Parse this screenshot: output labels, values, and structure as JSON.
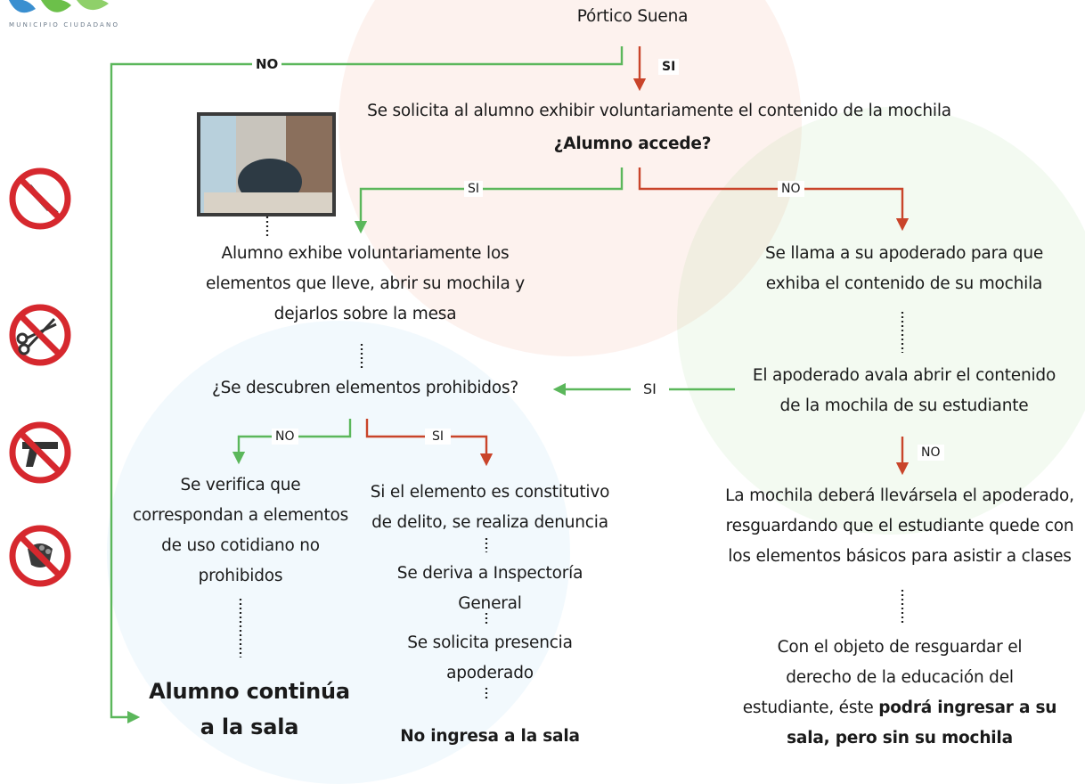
{
  "logo": {
    "subtitle": "MUNICIPIO CIUDADANO"
  },
  "colors": {
    "green": "#5bb75b",
    "red": "#c9442a",
    "prohibited": "#d6282e"
  },
  "icons": [
    "knife-icon",
    "scissors-icon",
    "gun-icon",
    "brass-knuckles-icon"
  ],
  "photo": {
    "name": "student-backpack-photo"
  },
  "nodes": {
    "top": "Pórtico Suena",
    "request": "Se solicita al alumno exhibir voluntariamente el contenido de la mochila",
    "question": "¿Alumno accede?",
    "left_exhibit": [
      "Alumno exhibe voluntariamente los",
      "elementos que lleve, abrir su mochila y",
      "dejarlos sobre la mesa"
    ],
    "right_call": [
      "Se llama a su apoderado para que",
      "exhiba el contenido de su mochila"
    ],
    "discover": "¿Se descubren elementos prohibidos?",
    "guardian_open": [
      "El apoderado avala abrir el contenido",
      "de la mochila de su estudiante"
    ],
    "verify": [
      "Se verifica que",
      "correspondan a elementos",
      "de uso cotidiano no",
      "prohibidos"
    ],
    "crime": [
      "Si el elemento es constitutivo",
      "de delito, se realiza denuncia"
    ],
    "derive": [
      "Se deriva a Inspectoría",
      "General"
    ],
    "presence": [
      "Se solicita presencia",
      "apoderado"
    ],
    "no_enter": "No ingresa a la sala",
    "continue": [
      "Alumno continúa",
      "a la sala"
    ],
    "guardian_take": [
      "La mochila deberá llevársela el apoderado,",
      "resguardando que el estudiante quede con",
      "los elementos básicos para asistir a clases"
    ],
    "final_plain_1": "Con el objeto de resguardar el",
    "final_plain_2": "derecho de la educación del",
    "final_plain_3": "estudiante, éste ",
    "final_bold_3": "podrá ingresar a su",
    "final_bold_4": "sala, pero sin su mochila"
  },
  "labels": {
    "no_top": "NO",
    "si_top": "SI",
    "si_left": "SI",
    "no_right": "NO",
    "si_mid": "SI",
    "no_low": "NO",
    "si_low": "SI",
    "no_right_low": "NO"
  }
}
